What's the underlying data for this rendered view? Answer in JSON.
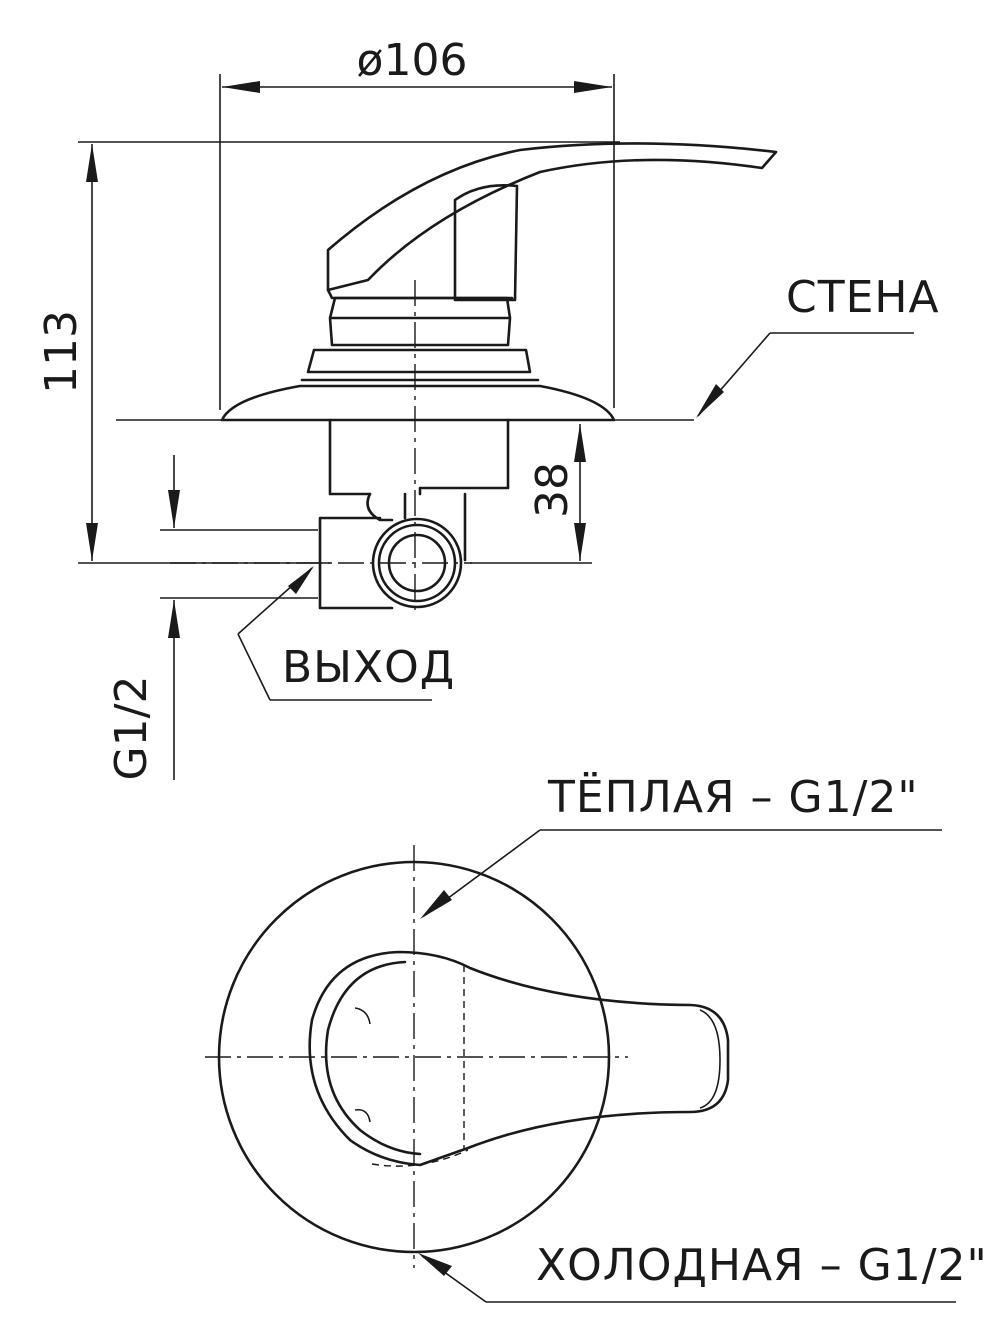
{
  "dimensions": {
    "diameter": "ø106",
    "height_total": "113",
    "depth": "38",
    "outlet_thread": "G1/2"
  },
  "labels": {
    "wall": "СТЕНА",
    "outlet": "ВЫХОД",
    "warm_inlet": "ТЁПЛАЯ – G1/2\"",
    "cold_inlet": "ХОЛОДНАЯ – G1/2\""
  }
}
